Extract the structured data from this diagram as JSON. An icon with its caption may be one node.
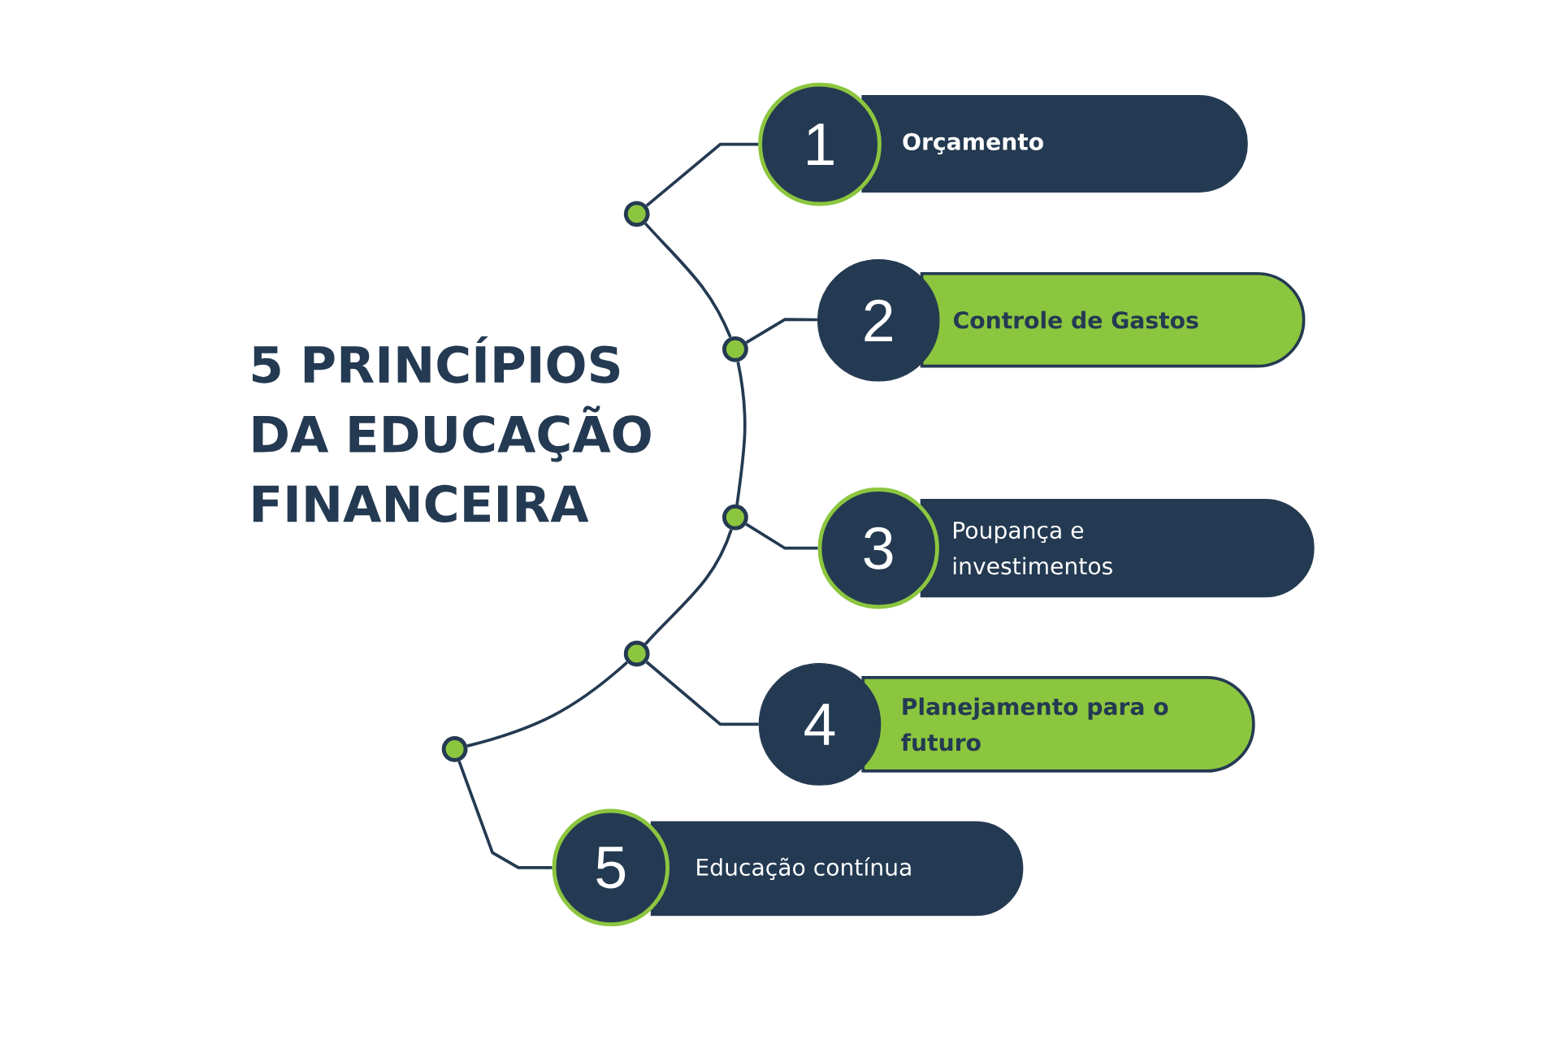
{
  "diagram": {
    "title": "5 PRINCÍPIOS DA EDUCAÇÃO FINANCEIRA",
    "nodes": [
      {
        "text": [],
        "shape": "circle"
      },
      {
        "text": [
          "1"
        ]
      },
      {
        "text": [
          "Orçamento"
        ]
      },
      {
        "text": [],
        "shape": "circle"
      },
      {
        "text": [
          "2"
        ]
      },
      {
        "text": [
          "Controle de Gastos"
        ]
      },
      {
        "text": [],
        "shape": "circle"
      },
      {
        "text": [
          "3"
        ]
      },
      {
        "text": [
          "Poupança e investimentos"
        ]
      },
      {
        "text": [],
        "shape": "circle"
      },
      {
        "text": [
          "4"
        ]
      },
      {
        "text": [
          "Planejamento para o futuro"
        ]
      },
      {
        "text": [],
        "shape": "circle"
      },
      {
        "text": [
          "5"
        ]
      },
      {
        "text": [
          "Educação contínua"
        ]
      }
    ],
    "edges": [
      {
        "from": 0,
        "to": 1,
        "arrow": "none"
      },
      {
        "from": 3,
        "to": 4,
        "arrow": "none"
      },
      {
        "from": 6,
        "to": 7,
        "arrow": "none"
      },
      {
        "from": 9,
        "to": 10,
        "arrow": "none"
      },
      {
        "from": 12,
        "to": 13,
        "arrow": "none"
      },
      {
        "from": 0,
        "to": 3,
        "arrow": "none"
      },
      {
        "from": 3,
        "to": 6,
        "arrow": "none"
      },
      {
        "from": 6,
        "to": 9,
        "arrow": "none"
      },
      {
        "from": 9,
        "to": 12,
        "arrow": "none"
      }
    ]
  }
}
